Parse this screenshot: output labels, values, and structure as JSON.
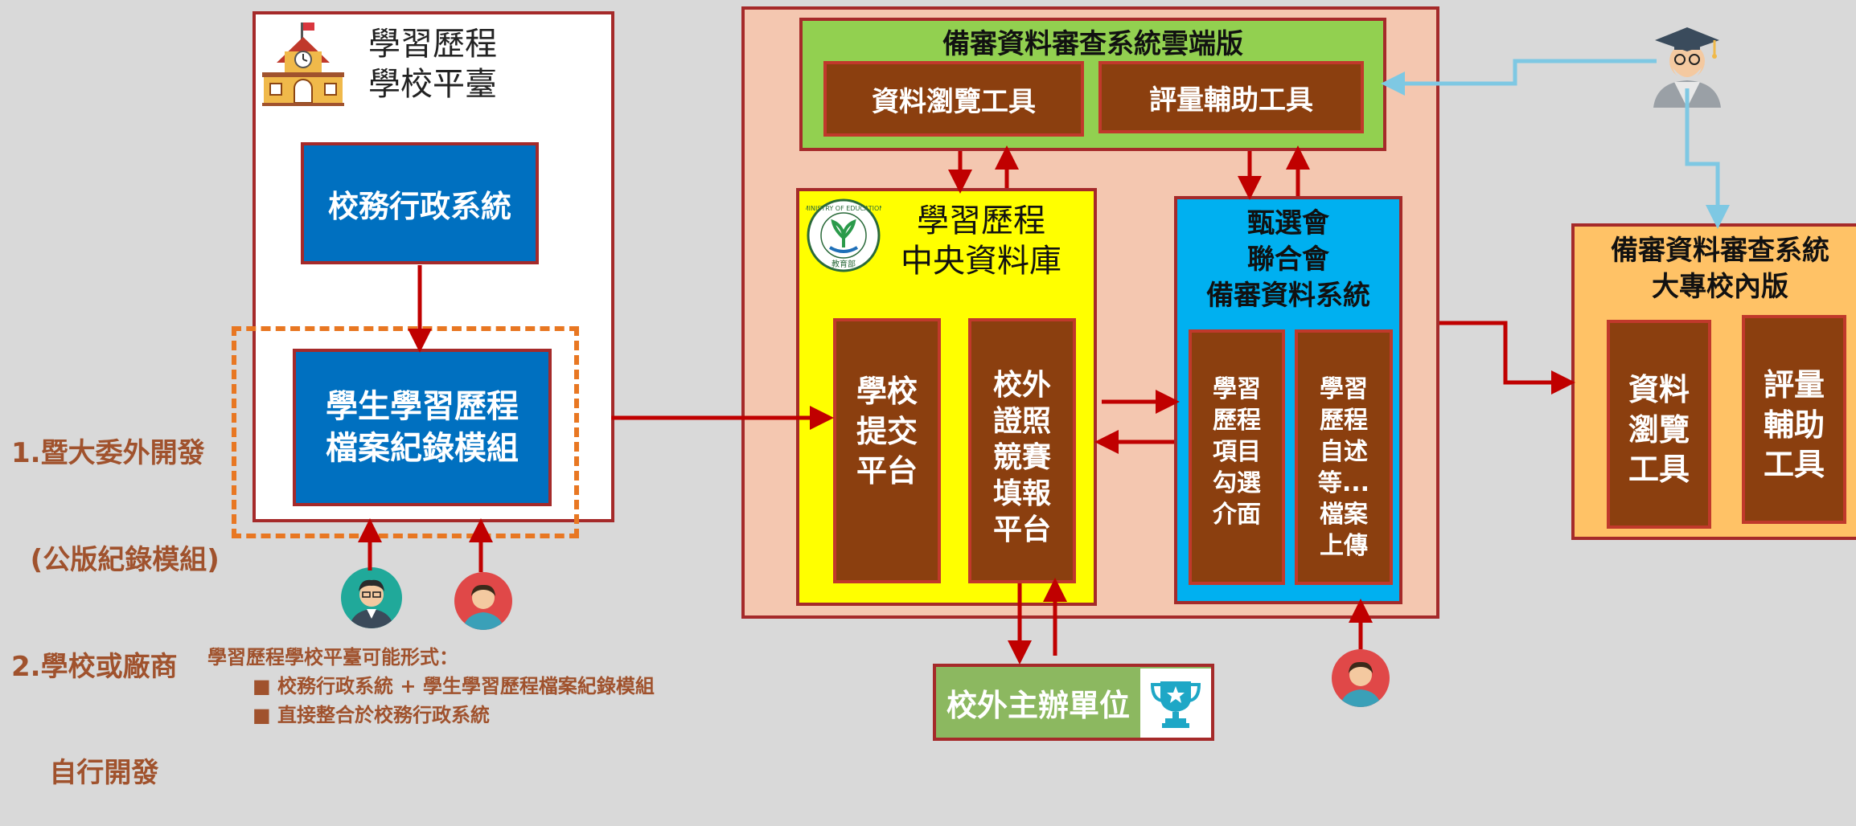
{
  "school_platform": {
    "title_line1": "學習歷程",
    "title_line2": "學校平臺",
    "admin_system": "校務行政系統",
    "record_module_line1": "學生學習歷程",
    "record_module_line2": "檔案紀錄模組"
  },
  "dev_options": {
    "line1": "1.暨大委外開發",
    "line2": "  (公版紀錄模組)",
    "line3": "2.學校或廠商",
    "line4": "    自行開發"
  },
  "notes": {
    "title": "學習歷程學校平臺可能形式：",
    "items": [
      "■ 校務行政系統 + 學生學習歷程檔案紀錄模組",
      "■ 直接整合於校務行政系統"
    ]
  },
  "cloud": {
    "title": "備審資料審查系統雲端版",
    "browse_tool": "資料瀏覽工具",
    "assist_tool": "評量輔助工具"
  },
  "central_db": {
    "title_line1": "學習歷程",
    "title_line2": "中央資料庫",
    "logo_text": "MINISTRY OF EDUCATION",
    "logo_sub": "教育部",
    "submit_platform": "學校\n提交\n平台",
    "external_platform": "校外\n證照\n競賽\n填報\n平台"
  },
  "joint": {
    "title_line1": "甄選會",
    "title_line2": "聯合會",
    "title_line3": "備審資料系統",
    "select_ui": "學習\n歷程\n項目\n勾選\n介面",
    "upload": "學習\n歷程\n自述\n等...\n檔案\n上傳"
  },
  "campus": {
    "title_line1": "備審資料審查系統",
    "title_line2": "大專校內版",
    "browse_tool": "資料\n瀏覽\n工具",
    "assist_tool": "評量\n輔助\n工具"
  },
  "organizer": {
    "label": "校外主辦單位"
  },
  "colors": {
    "background": "#d9d9d9",
    "salmon": "#f4c7b0",
    "green": "#92d050",
    "yellow": "#ffff00",
    "cyan": "#00b0f0",
    "orange": "#ffc266",
    "brown": "#8b3f0f",
    "blue": "#0070c0",
    "red_arrow": "#c00000",
    "light_blue_arrow": "#7ec8e3",
    "dash_orange": "#e87722"
  }
}
